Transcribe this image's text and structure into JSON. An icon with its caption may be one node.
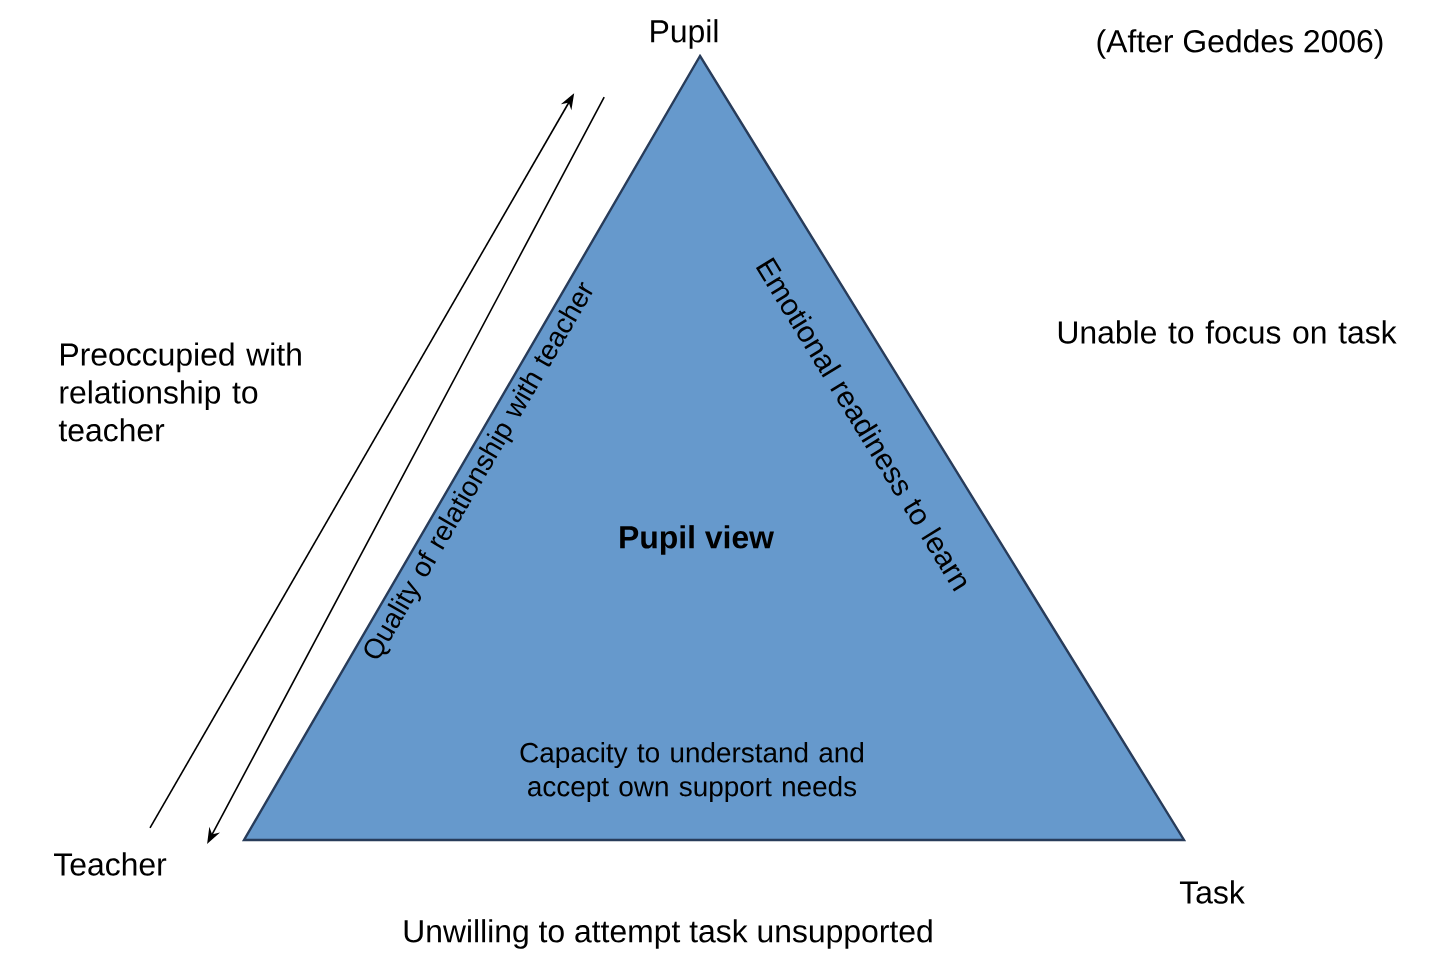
{
  "diagram": {
    "nodes": [
      {
        "text": [
          "Pupil"
        ]
      },
      {
        "text": [
          "Teacher"
        ]
      },
      {
        "text": [
          "Pupil view",
          "Quality of relationship with teacher",
          "Emotional readiness to learn",
          "Capacity to understand and accept own support needs"
        ]
      }
    ],
    "edges": [
      {
        "from": 1,
        "to": 0,
        "arrow": "to"
      },
      {
        "from": 0,
        "to": 1,
        "arrow": "to"
      }
    ],
    "labels": [
      "(After Geddes 2006)",
      "Preoccupied with relationship to teacher",
      "Unable to focus on task",
      "Task",
      "Unwilling to attempt task unsupported"
    ]
  }
}
